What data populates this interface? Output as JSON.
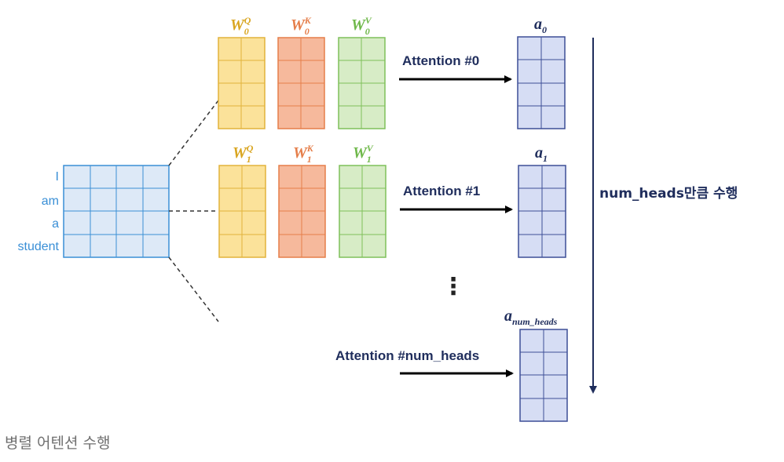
{
  "input": {
    "tokens": [
      "I",
      "am",
      "a",
      "student"
    ],
    "color": "#3a8fd6"
  },
  "heads": [
    {
      "weights": [
        {
          "base": "W",
          "sub": "0",
          "sup": "Q",
          "color": "#d9a520"
        },
        {
          "base": "W",
          "sub": "0",
          "sup": "K",
          "color": "#e57e4a"
        },
        {
          "base": "W",
          "sub": "0",
          "sup": "V",
          "color": "#6fb84a"
        }
      ],
      "attention_label": "Attention #0",
      "output": {
        "base": "a",
        "sub": "0"
      }
    },
    {
      "weights": [
        {
          "base": "W",
          "sub": "1",
          "sup": "Q",
          "color": "#d9a520"
        },
        {
          "base": "W",
          "sub": "1",
          "sup": "K",
          "color": "#e57e4a"
        },
        {
          "base": "W",
          "sub": "1",
          "sup": "V",
          "color": "#6fb84a"
        }
      ],
      "attention_label": "Attention #1",
      "output": {
        "base": "a",
        "sub": "1"
      }
    },
    {
      "weights": [],
      "attention_label": "Attention #num_heads",
      "output": {
        "base": "a",
        "sub": "num_heads"
      }
    }
  ],
  "ellipsis": "⋮",
  "side_label": "num_heads만큼 수행",
  "caption": "병렬 어텐션 수행",
  "colors": {
    "query": "#d9a520",
    "key": "#e57e4a",
    "value": "#6fb84a",
    "navy": "#1f2d5c"
  }
}
